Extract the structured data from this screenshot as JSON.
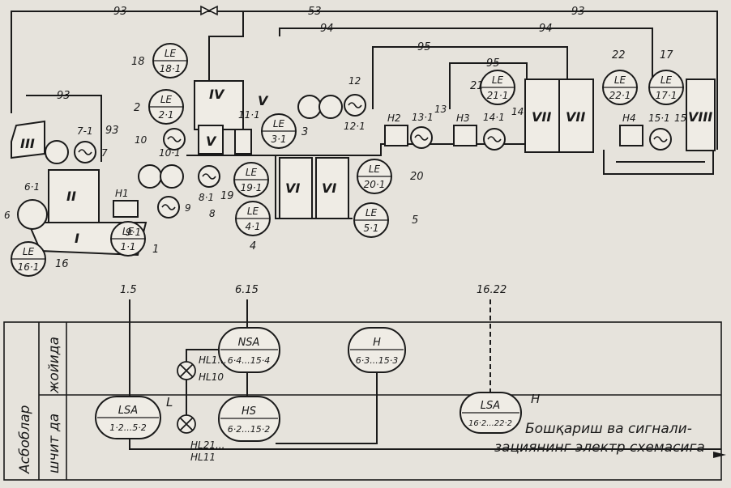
{
  "wire_labels": {
    "w93a": "93",
    "w53": "53",
    "w93b": "93",
    "w94a": "94",
    "w94b": "94",
    "w95a": "95",
    "w95b": "95",
    "w93c": "93",
    "w93d": "93"
  },
  "equipment": {
    "III": "III",
    "II": "II",
    "I": "I",
    "IV": "IV",
    "V1": "V",
    "V2": "V",
    "VI1": "VI",
    "VI2": "VI",
    "VII1": "VII",
    "VII2": "VII",
    "VIII": "VIII",
    "H1": "H1",
    "H2": "H2",
    "H3": "H3",
    "H4": "H4"
  },
  "sensors": [
    {
      "id": "s18",
      "top": "LE",
      "bottom": "18·1",
      "tag": "18"
    },
    {
      "id": "s2",
      "top": "LE",
      "bottom": "2·1",
      "tag": "2"
    },
    {
      "id": "s3",
      "top": "LE",
      "bottom": "3·1",
      "tag": "3"
    },
    {
      "id": "s19",
      "top": "LE",
      "bottom": "19·1",
      "tag": "19"
    },
    {
      "id": "s4",
      "top": "LE",
      "bottom": "4·1",
      "tag": "4"
    },
    {
      "id": "s1",
      "top": "LE",
      "bottom": "1·1",
      "tag": "1"
    },
    {
      "id": "s16",
      "top": "LE",
      "bottom": "16·1",
      "tag": "16"
    },
    {
      "id": "s20",
      "top": "LE",
      "bottom": "20·1",
      "tag": "20"
    },
    {
      "id": "s5",
      "top": "LE",
      "bottom": "5·1",
      "tag": "5"
    },
    {
      "id": "s21",
      "top": "LE",
      "bottom": "21·1",
      "tag": "21"
    },
    {
      "id": "s22",
      "top": "LE",
      "bottom": "22·1",
      "tag": "22"
    },
    {
      "id": "s17",
      "top": "LE",
      "bottom": "17·1",
      "tag": "17"
    }
  ],
  "motor_labels": {
    "m7": "7",
    "m7_1": "7-1",
    "m10": "10",
    "m10_1": "10·1",
    "m8": "8",
    "m8_1": "8·1",
    "m9": "9",
    "m9_1": "9·1",
    "m12": "12",
    "m12_1": "12·1",
    "m13": "13",
    "m13_1": "13·1",
    "m14": "14",
    "m14_1": "14·1",
    "m15": "15",
    "m15_1": "15·1",
    "m11_1": "11·1",
    "m6": "6",
    "m6_1": "6·1"
  },
  "bus_labels": {
    "b1": "1.5",
    "b2": "6.15",
    "b3": "16.22"
  },
  "side_labels": {
    "instruments": "Асбоблар",
    "panel": "шчит да",
    "local": "жойида"
  },
  "controllers": {
    "nsa_top": "NSA",
    "nsa_bottom": "6·4...15·4",
    "h_top": "H",
    "h_bottom": "6·3...15·3",
    "hs_top": "HS",
    "hs_bottom": "6·2...15·2",
    "lsa_top": "LSA",
    "lsa_bottom": "1·2...5·2",
    "lsa2_top": "LSA",
    "lsa2_bottom": "16·2...22·2",
    "L": "L",
    "H": "H"
  },
  "lamps": {
    "hl1": "HL1...",
    "hl10": "HL10",
    "hl21": "HL21...",
    "hl11": "HL11"
  },
  "caption": {
    "line1": "Бошқариш ва сигнали-",
    "line2": "зациянинг электр схемасига"
  }
}
